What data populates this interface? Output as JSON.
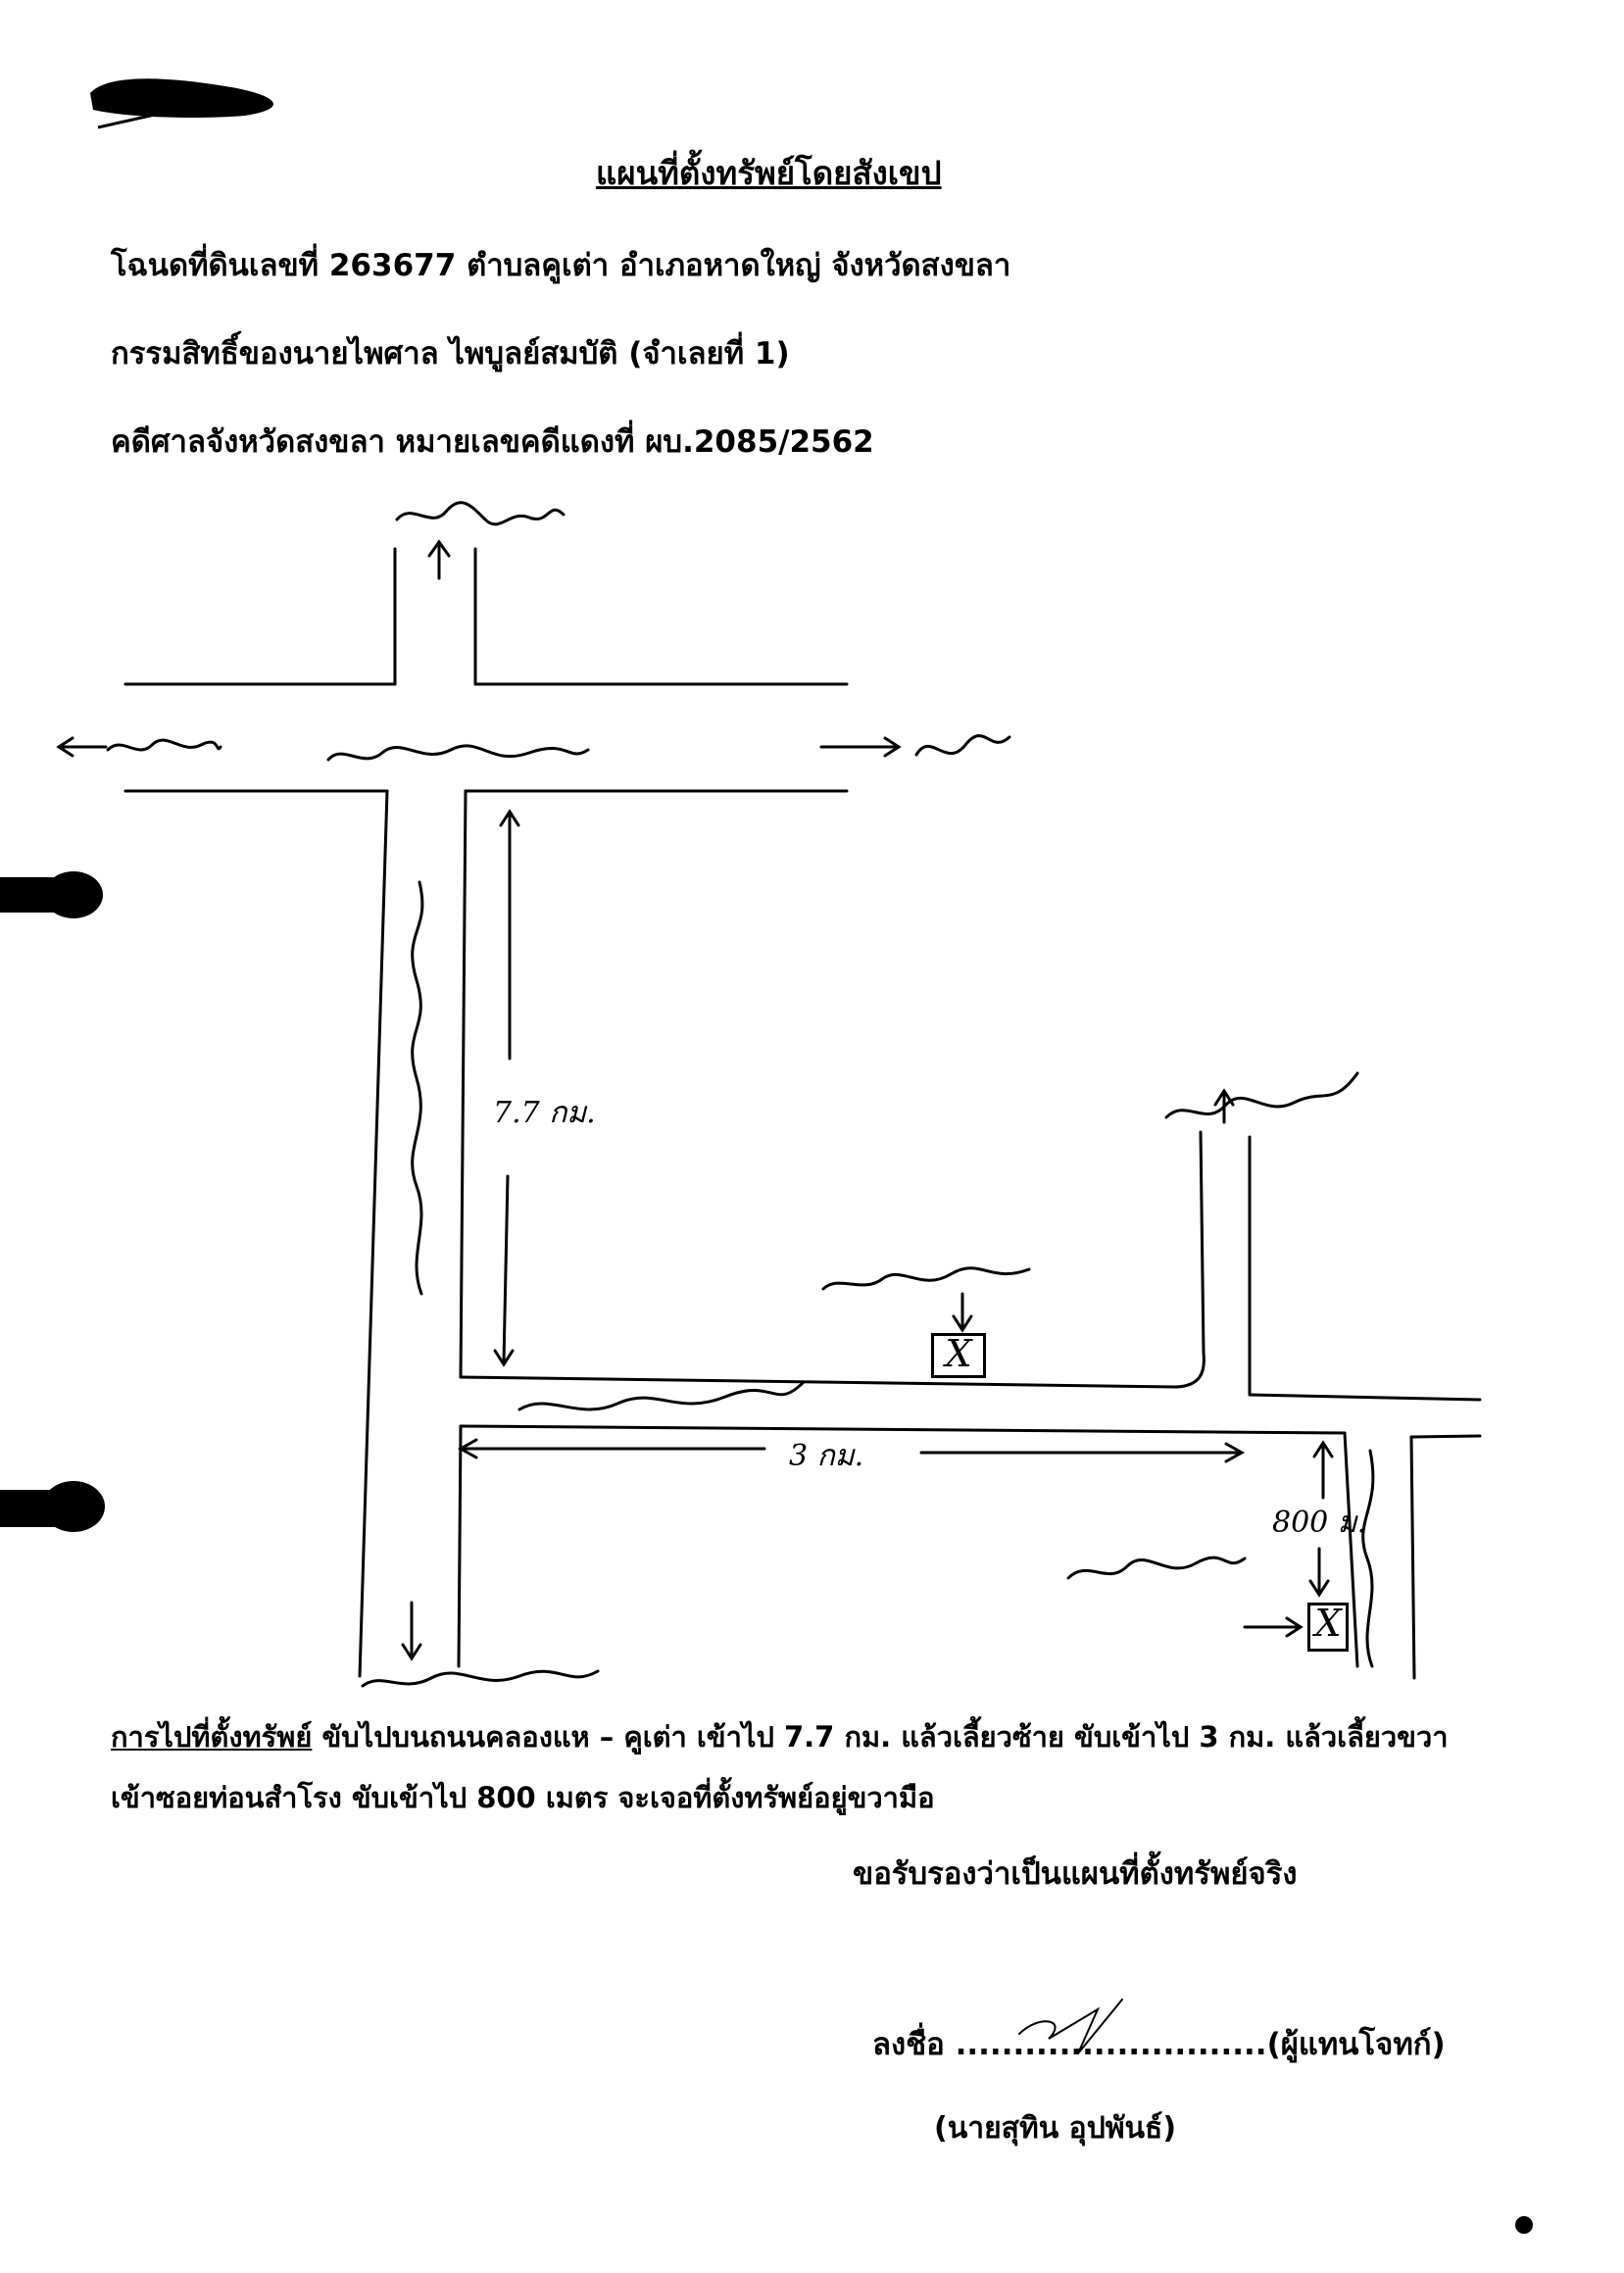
{
  "header": {
    "title": "แผนที่ตั้งทรัพย์โดยสังเขป",
    "deed_line": "โฉนดที่ดินเลขที่  263677  ตำบลคูเต่า  อำเภอหาดใหญ่  จังหวัดสงขลา",
    "owner_line": "กรรมสิทธิ์ของนายไพศาล  ไพบูลย์สมบัติ  (จำเลยที่ 1)",
    "case_line": "คดีศาลจังหวัดสงขลา   หมายเลขคดีแดงที่ ผบ.2085/2562"
  },
  "map": {
    "distance_1": "7.7 กม.",
    "distance_2": "3 กม.",
    "distance_3": "800 ม.",
    "property_marker": "X"
  },
  "directions": {
    "lead": "การไปที่ตั้งทรัพย์",
    "line1": "ขับไปบนถนนคลองแห – คูเต่า เข้าไป 7.7 กม.  แล้วเลี้ยวซ้าย ขับเข้าไป 3 กม.  แล้วเลี้ยวขวา",
    "line2": "เข้าซอยท่อนสำโรง ขับเข้าไป 800 เมตร จะเจอที่ตั้งทรัพย์อยู่ขวามือ"
  },
  "certification": {
    "statement": "ขอรับรองว่าเป็นแผนที่ตั้งทรัพย์จริง",
    "sign_label": "ลงชื่อ",
    "sign_dots": "...........................",
    "sign_role": "(ผู้แทนโจทก์)",
    "signer_name": "(นายสุทิน  อุปพันธ์)"
  }
}
